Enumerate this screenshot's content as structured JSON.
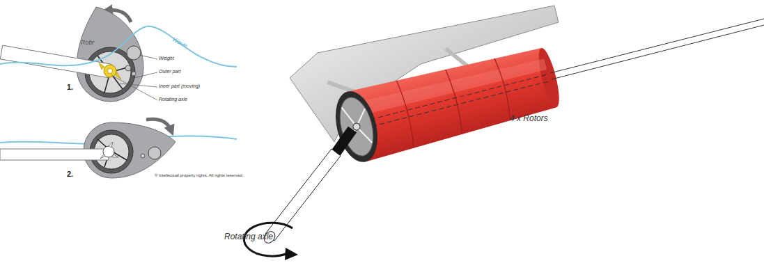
{
  "diagram": {
    "labels": [
      "Robr",
      "Wave",
      "Weight",
      "Outer part",
      "Inner part (moving)",
      "Rotating axle",
      "1.",
      "2.",
      "© Intellectual property rights. All rights reserved",
      "4 x Rotors",
      "Rotating axle"
    ]
  }
}
